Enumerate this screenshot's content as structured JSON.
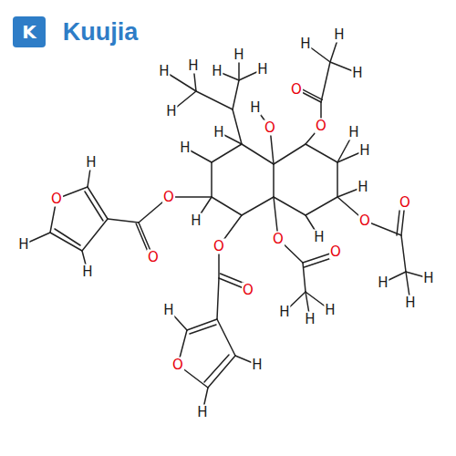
{
  "diagram": {
    "labels": [
      "K",
      "Kuujia",
      "O",
      "O",
      "H",
      "H",
      "H",
      "O",
      "H",
      "H",
      "H",
      "H",
      "H",
      "H",
      "H",
      "H",
      "H",
      "O",
      "O",
      "H",
      "O",
      "H",
      "H",
      "H",
      "O",
      "O",
      "H",
      "O",
      "H",
      "H",
      "O",
      "O",
      "H",
      "H",
      "H",
      "H",
      "H",
      "O",
      "O",
      "H",
      "H",
      "H",
      "H",
      "H"
    ]
  }
}
